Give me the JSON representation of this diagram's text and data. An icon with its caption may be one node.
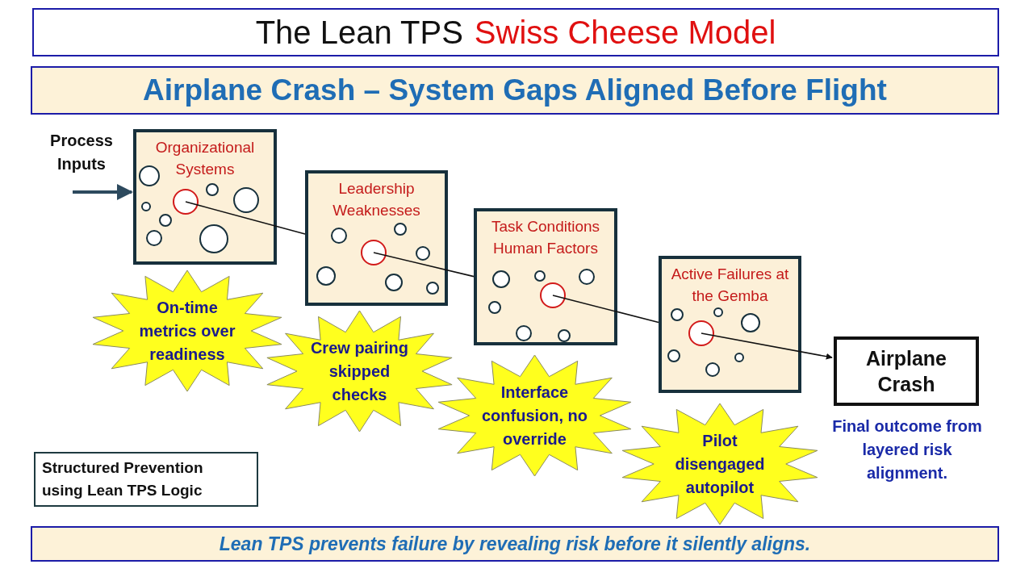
{
  "diagram": {
    "nodes": [
      {
        "text": [
          "The Lean TPS",
          "Swiss Cheese Model"
        ]
      },
      {
        "text": [
          "Airplane Crash – System Gaps Aligned Before Flight"
        ]
      },
      {
        "text": [
          "Organizational Systems"
        ]
      },
      {
        "text": [
          "Leadership Weaknesses"
        ]
      },
      {
        "text": [
          "Task Conditions Human Factors"
        ]
      },
      {
        "text": [
          "Active Failures at the Gemba"
        ]
      },
      {
        "text": [
          "Airplane Crash"
        ],
        "beside": [
          "Final outcome from layered risk alignment."
        ]
      },
      {
        "text": [
          "On-time metrics over readiness"
        ]
      },
      {
        "text": [
          "Crew pairing skipped checks"
        ]
      },
      {
        "text": [
          "Interface confusion, no override"
        ]
      },
      {
        "text": [
          "Pilot disengaged autopilot"
        ]
      },
      {
        "text": [
          "Structured Prevention using Lean TPS Logic"
        ]
      },
      {
        "text": [
          "Lean TPS prevents failure by revealing risk before it silently aligns."
        ]
      }
    ],
    "edges": [
      {
        "from": null,
        "to": 2,
        "arrow": "to",
        "style": "thick",
        "color": "#2d4a5e"
      },
      {
        "from": 2,
        "to": 3,
        "arrow": "none"
      },
      {
        "from": 3,
        "to": 4,
        "arrow": "none"
      },
      {
        "from": 4,
        "to": 5,
        "arrow": "none"
      },
      {
        "from": 5,
        "to": 6,
        "arrow": "to"
      }
    ],
    "labels": [
      "Process Inputs"
    ]
  }
}
